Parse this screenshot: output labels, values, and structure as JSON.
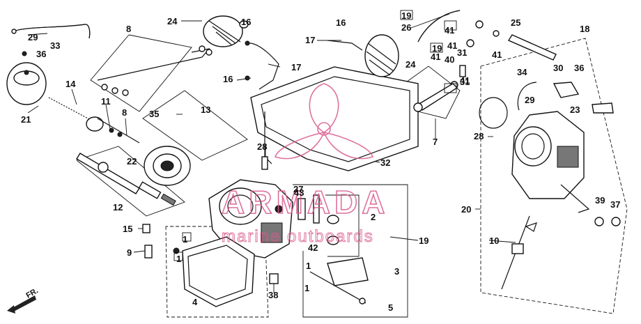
{
  "diagram": {
    "callouts": [
      "1",
      "1",
      "1",
      "1",
      "2",
      "3",
      "4",
      "5",
      "7",
      "8",
      "8",
      "9",
      "10",
      "11",
      "12",
      "13",
      "14",
      "15",
      "16",
      "16",
      "16",
      "17",
      "17",
      "18",
      "19",
      "19",
      "19",
      "20",
      "21",
      "22",
      "23",
      "24",
      "24",
      "25",
      "26",
      "27",
      "28",
      "28",
      "29",
      "29",
      "30",
      "31",
      "31",
      "32",
      "33",
      "34",
      "35",
      "36",
      "36",
      "37",
      "38",
      "39",
      "40",
      "41",
      "41",
      "41",
      "41",
      "41",
      "42",
      "43"
    ],
    "front_marker": "FR.",
    "watermark": {
      "brand": "ARMADA",
      "tagline": "marine outboards",
      "color": "#d95a8c"
    }
  }
}
